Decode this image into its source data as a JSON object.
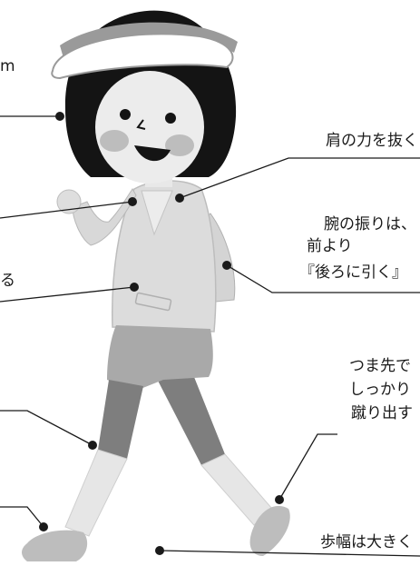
{
  "labels": {
    "top_left_fragment": "m",
    "shoulder": "肩の力を抜く",
    "arm_swing": [
      "腕の振りは、",
      "前より",
      "『後ろに引く』"
    ],
    "left_middle_fragment": "る",
    "toe": [
      "つま先で",
      "しっかり",
      "蹴り出す"
    ],
    "stride": "歩幅は大きく"
  },
  "colors": {
    "hair": "#141414",
    "visor": "#9a9a9a",
    "skin": "#ececec",
    "cheek": "#bdbdbd",
    "jacket": "#dcdcdc",
    "shorts": "#a9a9a9",
    "leggings": "#7e7e7e",
    "socks": "#e6e6e6",
    "shoes": "#bdbdbd",
    "callout_line": "#1a1a1a"
  }
}
